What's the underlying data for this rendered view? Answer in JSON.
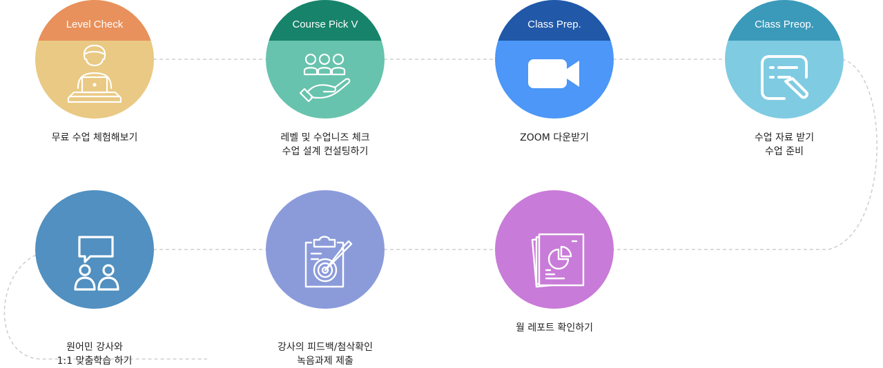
{
  "colors": {
    "connector": "#cfcfcf",
    "level_top": "#e8915c",
    "level_body": "#e9c983",
    "course_top": "#17836a",
    "course_body": "#67c3ad",
    "zoom_top": "#2158a8",
    "zoom_body": "#4c97f7",
    "prep_top": "#3b9ab9",
    "prep_body": "#7fcbe2",
    "native": "#5190c0",
    "feedback": "#8b9bda",
    "report": "#c87bd8"
  },
  "steps": [
    {
      "id": "level-check",
      "caption": "Level Check",
      "icon": "student-laptop-icon",
      "lines": [
        "무료 수업 체험해보기"
      ]
    },
    {
      "id": "course-pick",
      "caption": "Course Pick V",
      "icon": "group-hand-icon",
      "lines": [
        "레벨 및 수업니즈 체크",
        "수업 설계 컨설팅하기"
      ]
    },
    {
      "id": "class-prep",
      "caption": "Class Prep.",
      "icon": "video-camera-icon",
      "lines": [
        "ZOOM 다운받기"
      ]
    },
    {
      "id": "class-preop",
      "caption": "Class Preop.",
      "icon": "document-edit-icon",
      "lines": [
        "수업 자료 받기",
        "수업 준비"
      ]
    },
    {
      "id": "native-lesson",
      "caption": "",
      "icon": "chat-people-icon",
      "lines": [
        "원어민 강사와",
        "1:1 맞춤학습 하기"
      ]
    },
    {
      "id": "feedback",
      "caption": "",
      "icon": "clipboard-target-icon",
      "lines": [
        "강사의 피드백/첨삭확인",
        "녹음과제 제출"
      ]
    },
    {
      "id": "report",
      "caption": "",
      "icon": "report-chart-icon",
      "lines": [
        "월 레포트 확인하기"
      ]
    }
  ]
}
